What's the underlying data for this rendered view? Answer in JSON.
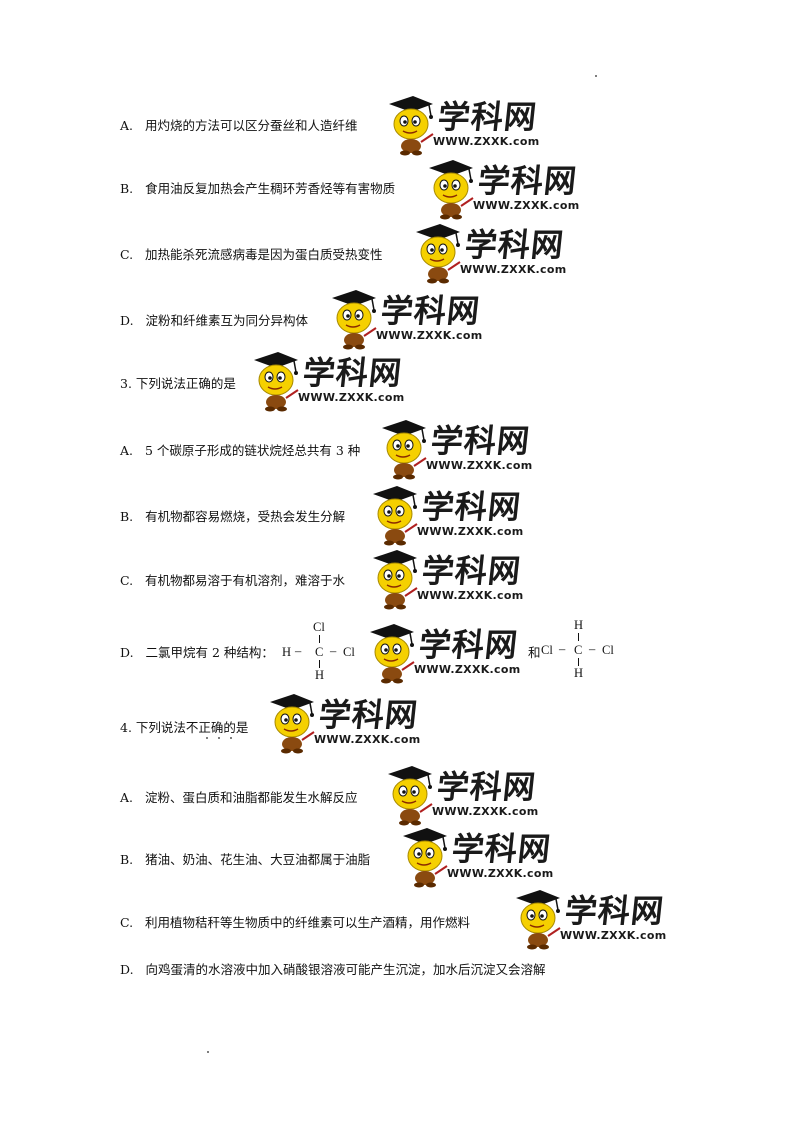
{
  "questions": {
    "q2_options": [
      {
        "label": "A.",
        "text": "用灼烧的方法可以区分蚕丝和人造纤维"
      },
      {
        "label": "B.",
        "text": "食用油反复加热会产生稠环芳香烃等有害物质"
      },
      {
        "label": "C.",
        "text": "加热能杀死流感病毒是因为蛋白质受热变性"
      },
      {
        "label": "D.",
        "text": "淀粉和纤维素互为同分异构体"
      }
    ],
    "q3": {
      "stem": "3. 下列说法正确的是",
      "options": [
        {
          "label": "A.",
          "text": "5 个碳原子形成的链状烷烃总共有 3 种"
        },
        {
          "label": "B.",
          "text": "有机物都容易燃烧，受热会发生分解"
        },
        {
          "label": "C.",
          "text": "有机物都易溶于有机溶剂，难溶于水"
        },
        {
          "label": "D.",
          "text": "二氯甲烷有 2 种结构："
        }
      ],
      "and_word": "和"
    },
    "q4": {
      "stem": "4. 下列说法不正确的是",
      "options": [
        {
          "label": "A.",
          "text": "淀粉、蛋白质和油脂都能发生水解反应"
        },
        {
          "label": "B.",
          "text": "猪油、奶油、花生油、大豆油都属于油脂"
        },
        {
          "label": "C.",
          "text": "利用植物秸秆等生物质中的纤维素可以生产酒精，用作燃料"
        },
        {
          "label": "D.",
          "text": "向鸡蛋清的水溶液中加入硝酸银溶液可能产生沉淀，加水后沉淀又会溶解"
        }
      ]
    }
  },
  "formula1": {
    "top": "Cl",
    "left": "H",
    "center": "C",
    "right": "Cl",
    "bottom": "H"
  },
  "formula2": {
    "top": "H",
    "left": "Cl",
    "center": "C",
    "right": "Cl",
    "bottom": "H"
  },
  "watermark": {
    "brand": "学科网",
    "url": "WWW.ZXXK.com"
  }
}
